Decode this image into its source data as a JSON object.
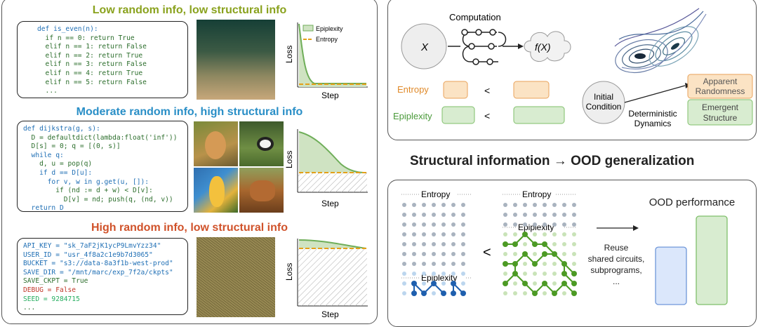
{
  "left": {
    "sections": [
      {
        "title": "Low random info, low structural info",
        "title_color": "#8aa21e",
        "code": [
          "def is_even(n):",
          "  if n == 0: return True",
          "  elif n == 1: return False",
          "  elif n == 2: return True",
          "  elif n == 3: return False",
          "  elif n == 4: return True",
          "  elif n == 5: return False",
          "  ..."
        ],
        "plot": {
          "legend": [
            "Epiplexity",
            "Entropy"
          ],
          "xlabel": "Step",
          "ylabel": "Loss"
        }
      },
      {
        "title": "Moderate random info, high structural info",
        "title_color": "#2a8fc7",
        "code": [
          "def dijkstra(g, s):",
          "  D = defaultdict(lambda:float('inf'))",
          "  D[s] = 0; q = [(0, s)]",
          "  while q:",
          "    d, u = pop(q)",
          "    if d == D[u]:",
          "      for v, w in g.get(u, []):",
          "        if (nd := d + w) < D[v]:",
          "          D[v] = nd; push(q, (nd, v))",
          "  return D"
        ],
        "plot": {
          "xlabel": "Step",
          "ylabel": "Loss"
        }
      },
      {
        "title": "High random info, low structural info",
        "title_color": "#d0522a",
        "code": [
          "API_KEY = \"sk_7aF2jK1ycP9LmvYzz34\"",
          "USER_ID = \"usr_4f8a2c1e9b7d3065\"",
          "BUCKET = \"s3://data-8a3f1b-west-prod\"",
          "SAVE_DIR = \"/mnt/marc/exp_7f2a/ckpts\"",
          "SAVE_CKPT = True",
          "DEBUG = False",
          "SEED = 9284715",
          "..."
        ],
        "plot": {
          "xlabel": "Step",
          "ylabel": "Loss"
        }
      }
    ]
  },
  "top_right": {
    "x_label": "X",
    "computation_label": "Computation",
    "fx_label": "f(X)",
    "entropy_label": "Entropy",
    "epiplexity_label": "Epiplexity",
    "less_than": "<",
    "initial_condition_line1": "Initial",
    "initial_condition_line2": "Condition",
    "deterministic_line1": "Deterministic",
    "deterministic_line2": "Dynamics",
    "apparent_line1": "Apparent",
    "apparent_line2": "Randomness",
    "emergent_line1": "Emergent",
    "emergent_line2": "Structure",
    "colors": {
      "entropy_fill": "#fbe3c4",
      "entropy_stroke": "#e8a25a",
      "epi_fill": "#d8ecd0",
      "epi_stroke": "#7fbf6a"
    }
  },
  "headline": "Structural information → OOD generalization",
  "bottom_right": {
    "entropy_label_left": "Entropy",
    "entropy_label_right": "Entropy",
    "epiplexity_label_left": "Epiplexity",
    "epiplexity_label_right": "Epiplexity",
    "less_than": "<",
    "reuse_line1": "Reuse",
    "reuse_line2": "shared circuits,",
    "reuse_line3": "subprograms,",
    "reuse_line4": "...",
    "ood_title": "OOD performance",
    "ood_bars": {
      "left_fraction": 0.65,
      "right_fraction": 1.0,
      "left_color": "#dbe7fb",
      "left_stroke": "#6f97d9",
      "right_color": "#d8ecd0",
      "right_stroke": "#7fbf6a"
    }
  }
}
